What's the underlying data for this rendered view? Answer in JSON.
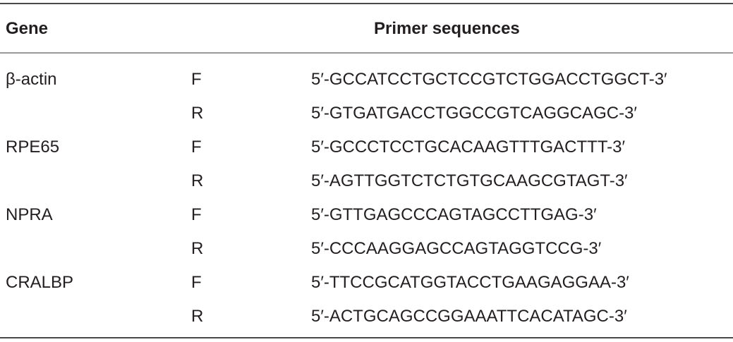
{
  "header": {
    "gene": "Gene",
    "primer_sequences": "Primer sequences"
  },
  "rows": [
    {
      "gene": "β-actin",
      "direction": "F",
      "sequence": "5′-GCCATCCTGCTCCGTCTGGACCTGGCT-3′"
    },
    {
      "gene": "",
      "direction": "R",
      "sequence": "5′-GTGATGACCTGGCCGTCAGGCAGC-3′"
    },
    {
      "gene": "RPE65",
      "direction": "F",
      "sequence": "5′-GCCCTCCTGCACAAGTTTGACTTT-3′"
    },
    {
      "gene": "",
      "direction": "R",
      "sequence": "5′-AGTTGGTCTCTGTGCAAGCGTAGT-3′"
    },
    {
      "gene": "NPRA",
      "direction": "F",
      "sequence": "5′-GTTGAGCCCAGTAGCCTTGAG-3′"
    },
    {
      "gene": "",
      "direction": "R",
      "sequence": "5′-CCCAAGGAGCCAGTAGGTCCG-3′"
    },
    {
      "gene": "CRALBP",
      "direction": "F",
      "sequence": "5′-TTCCGCATGGTACCTGAAGAGGAA-3′"
    },
    {
      "gene": "",
      "direction": "R",
      "sequence": "5′-ACTGCAGCCGGAAATTCACATAGC-3′"
    }
  ]
}
